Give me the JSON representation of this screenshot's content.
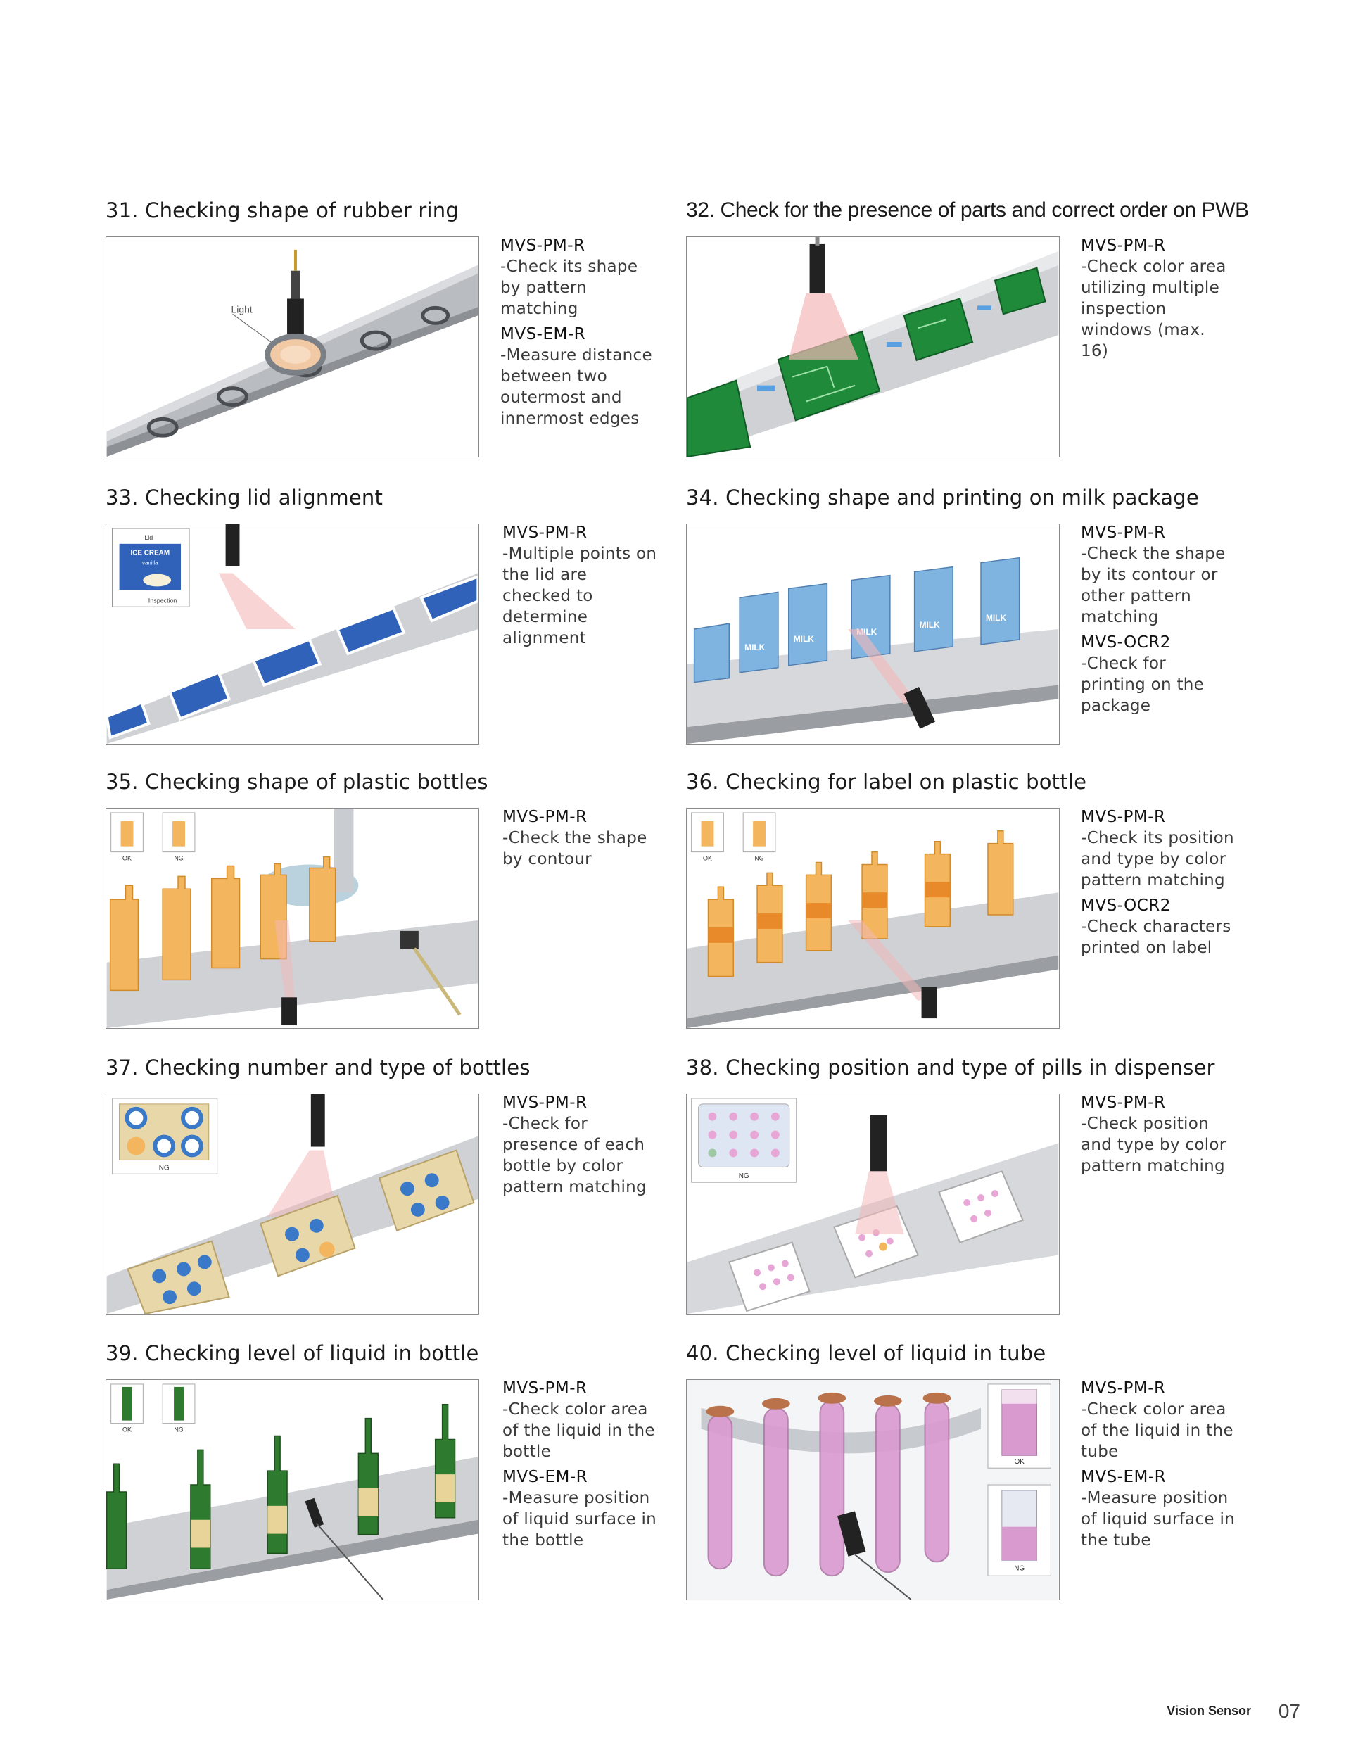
{
  "sections": [
    {
      "title": "31. Checking shape of rubber ring",
      "items": [
        {
          "model": "MVS-PM-R",
          "text": "-Check its shape by pattern matching"
        },
        {
          "model": "MVS-EM-R",
          "text": "-Measure distance between two outermost and innermost edges"
        }
      ]
    },
    {
      "title": "32. Check for the presence of parts and correct order on PWB",
      "items": [
        {
          "model": "MVS-PM-R",
          "text": "-Check color area utilizing multiple inspection windows (max. 16)"
        }
      ]
    },
    {
      "title": "33. Checking lid alignment",
      "items": [
        {
          "model": "MVS-PM-R",
          "text": "-Multiple points on the lid are checked to determine alignment"
        }
      ]
    },
    {
      "title": "34. Checking shape and printing on milk package",
      "items": [
        {
          "model": "MVS-PM-R",
          "text": "-Check the shape by its contour or other pattern matching"
        },
        {
          "model": "MVS-OCR2",
          "text": "-Check for printing on the package"
        }
      ]
    },
    {
      "title": "35. Checking shape of plastic bottles",
      "items": [
        {
          "model": "MVS-PM-R",
          "text": "-Check the shape by contour"
        }
      ]
    },
    {
      "title": "36. Checking for label on plastic bottle",
      "items": [
        {
          "model": "MVS-PM-R",
          "text": "-Check its position and type by color pattern matching"
        },
        {
          "model": "MVS-OCR2",
          "text": "-Check characters printed on label"
        }
      ]
    },
    {
      "title": "37. Checking number and type of bottles",
      "items": [
        {
          "model": "MVS-PM-R",
          "text": "-Check for presence of each bottle by color pattern matching"
        }
      ]
    },
    {
      "title": "38. Checking position and type of pills in dispenser",
      "items": [
        {
          "model": "MVS-PM-R",
          "text": "-Check position and type by color pattern matching"
        }
      ]
    },
    {
      "title": "39. Checking level of liquid in bottle",
      "items": [
        {
          "model": "MVS-PM-R",
          "text": "-Check color area of the liquid in the bottle"
        },
        {
          "model": "MVS-EM-R",
          "text": "-Measure position of liquid surface in the bottle"
        }
      ]
    },
    {
      "title": "40. Checking level of liquid in tube",
      "items": [
        {
          "model": "MVS-PM-R",
          "text": "-Check color area of the liquid in the tube"
        },
        {
          "model": "MVS-EM-R",
          "text": "-Measure position of liquid surface in the tube"
        }
      ]
    }
  ],
  "labels": {
    "light": "Light",
    "lid": "Lid",
    "inspection": "Inspection",
    "ice_cream": "ICE CREAM",
    "vanilla": "vanilla",
    "milk": "MILK",
    "ok": "OK",
    "ng": "NG"
  },
  "colors": {
    "pcb_green": "#1f8a3a",
    "carton_blue": "#7fb3e0",
    "bottle_orange": "#f3b65f",
    "wine_green": "#2e7a2e",
    "liquid_pink": "#d99ad0"
  },
  "footer": {
    "brand": "Vision Sensor",
    "page": "07"
  }
}
